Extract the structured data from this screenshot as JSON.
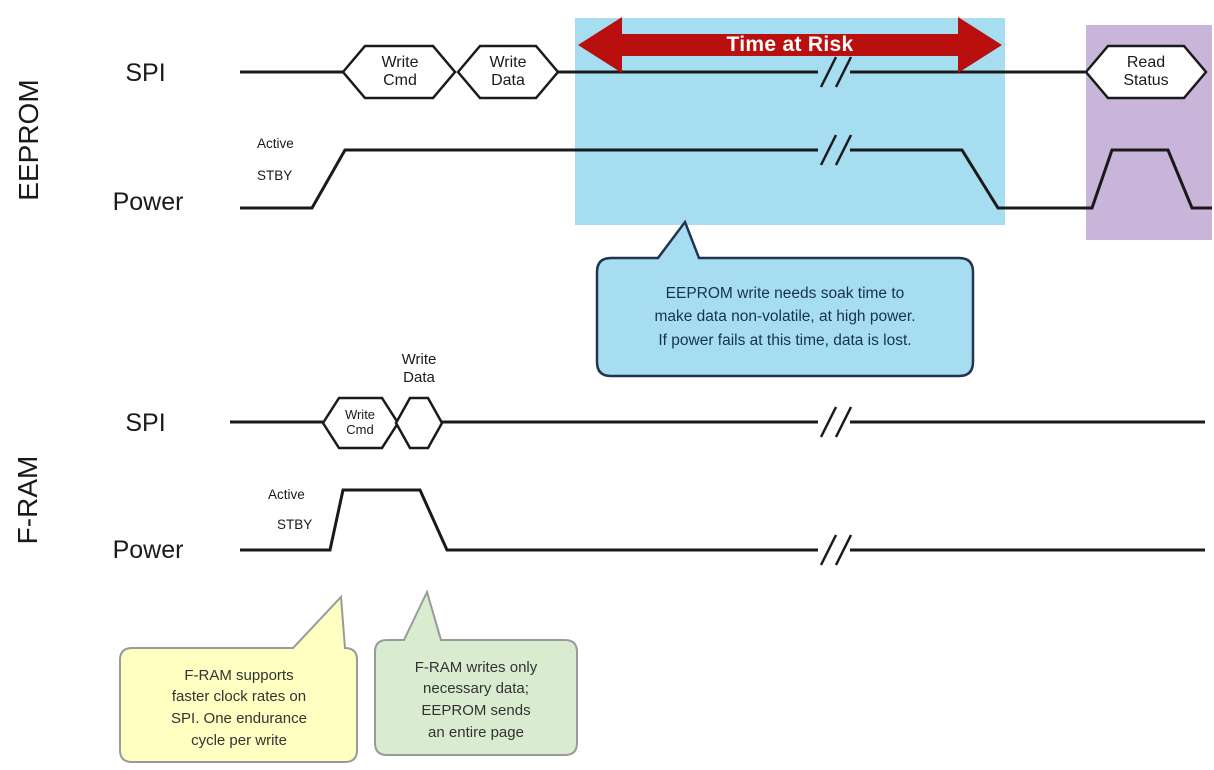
{
  "diagram": {
    "eeprom": {
      "section_label": "EEPROM",
      "spi_label": "SPI",
      "power_label": "Power",
      "active_label": "Active",
      "stby_label": "STBY",
      "write_cmd_label": "Write\nCmd",
      "write_data_label": "Write\nData",
      "read_status_label": "Read\nStatus",
      "risk_arrow_label": "Time at Risk",
      "callout_soak": "EEPROM write needs soak time to\nmake data non-volatile, at high power.\nIf power fails at this time, data is lost."
    },
    "fram": {
      "section_label": "F-RAM",
      "spi_label": "SPI",
      "power_label": "Power",
      "active_label": "Active",
      "stby_label": "STBY",
      "write_cmd_label": "Write\nCmd",
      "write_data_label": "Write\nData",
      "callout_clock": "F-RAM supports\nfaster clock rates on\nSPI. One endurance\ncycle per write",
      "callout_page": "F-RAM writes only\nnecessary data;\nEEPROM sends\nan entire page"
    },
    "colors": {
      "risk_region_fill": "#a7ddf1",
      "status_region_fill": "#c9b5da",
      "risk_arrow_fill": "#b90f0f",
      "callout_soak_fill": "#a7ddf1",
      "callout_clock_fill": "#ffffc2",
      "callout_page_fill": "#d9ecd0",
      "signal_color": "#1a1a1a"
    }
  }
}
